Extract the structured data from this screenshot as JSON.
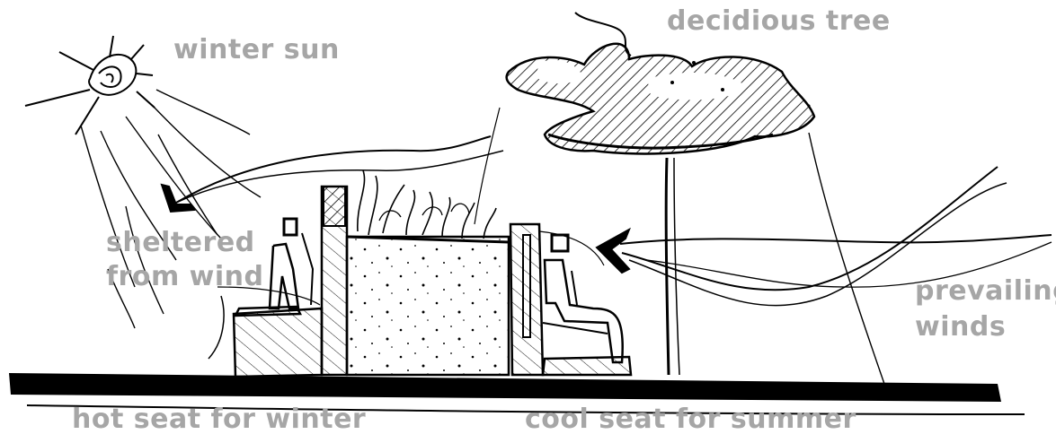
{
  "labels": {
    "winter_sun": "winter sun",
    "tree": "decidious tree",
    "sheltered_line1": "sheltered",
    "sheltered_line2": "from wind",
    "winds_line1": "prevailing",
    "winds_line2": "winds",
    "hot_seat": "hot seat for winter",
    "cool_seat": "cool seat for summer"
  },
  "colors": {
    "ink": "#000000",
    "label_gray": "#a6a6a6",
    "background": "#ffffff"
  }
}
